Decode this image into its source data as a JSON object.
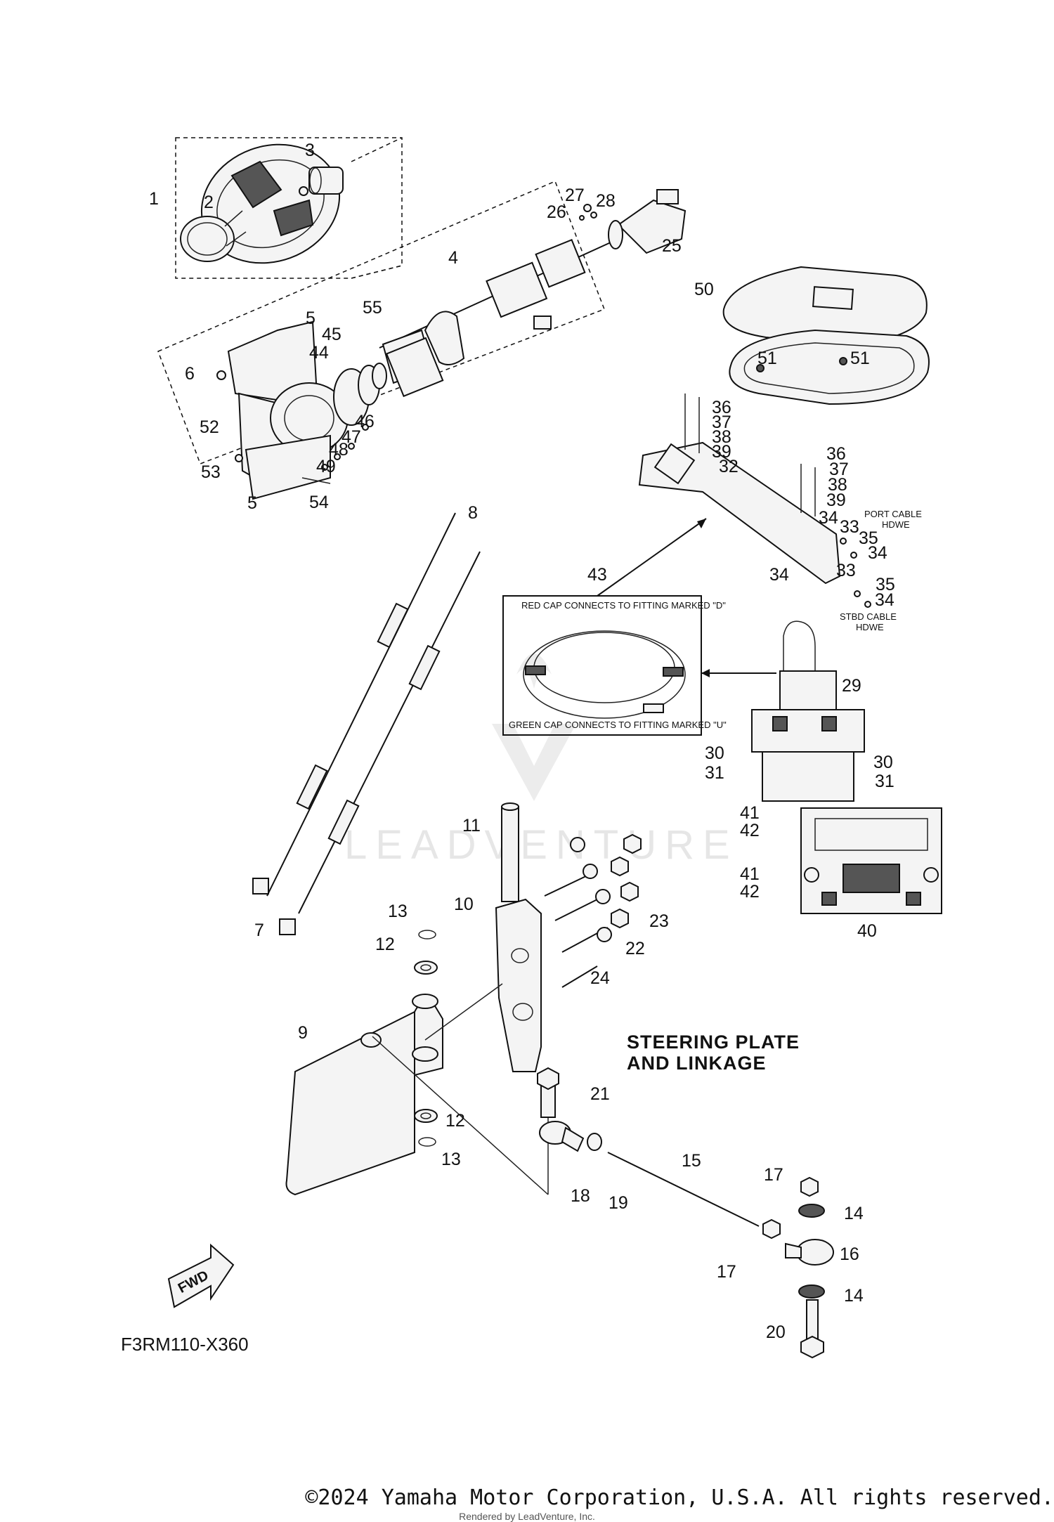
{
  "diagram": {
    "title_line1": "STEERING PLATE",
    "title_line2": "AND LINKAGE",
    "drawing_code": "F3RM110-X360",
    "fwd_label": "FWD",
    "watermark": "LEADVENTURE",
    "note_red_cap": "RED CAP CONNECTS TO FITTING MARKED \"D\"",
    "note_green_cap": "GREEN CAP CONNECTS TO FITTING MARKED \"U\"",
    "port_cable_line1": "PORT CABLE",
    "port_cable_line2": "HDWE",
    "stbd_cable_line1": "STBD CABLE",
    "stbd_cable_line2": "HDWE",
    "callouts": [
      {
        "id": "c1",
        "text": "1"
      },
      {
        "id": "c2",
        "text": "2"
      },
      {
        "id": "c3",
        "text": "3"
      },
      {
        "id": "c4",
        "text": "4"
      },
      {
        "id": "c5a",
        "text": "5"
      },
      {
        "id": "c5b",
        "text": "5"
      },
      {
        "id": "c6",
        "text": "6"
      },
      {
        "id": "c7",
        "text": "7"
      },
      {
        "id": "c8",
        "text": "8"
      },
      {
        "id": "c9",
        "text": "9"
      },
      {
        "id": "c10",
        "text": "10"
      },
      {
        "id": "c11",
        "text": "11"
      },
      {
        "id": "c12a",
        "text": "12"
      },
      {
        "id": "c12b",
        "text": "12"
      },
      {
        "id": "c13a",
        "text": "13"
      },
      {
        "id": "c13b",
        "text": "13"
      },
      {
        "id": "c14a",
        "text": "14"
      },
      {
        "id": "c14b",
        "text": "14"
      },
      {
        "id": "c15",
        "text": "15"
      },
      {
        "id": "c16",
        "text": "16"
      },
      {
        "id": "c17a",
        "text": "17"
      },
      {
        "id": "c17b",
        "text": "17"
      },
      {
        "id": "c18",
        "text": "18"
      },
      {
        "id": "c19",
        "text": "19"
      },
      {
        "id": "c20",
        "text": "20"
      },
      {
        "id": "c21",
        "text": "21"
      },
      {
        "id": "c22",
        "text": "22"
      },
      {
        "id": "c23",
        "text": "23"
      },
      {
        "id": "c24",
        "text": "24"
      },
      {
        "id": "c25",
        "text": "25"
      },
      {
        "id": "c26",
        "text": "26"
      },
      {
        "id": "c27",
        "text": "27"
      },
      {
        "id": "c28",
        "text": "28"
      },
      {
        "id": "c29",
        "text": "29"
      },
      {
        "id": "c30a",
        "text": "30"
      },
      {
        "id": "c30b",
        "text": "30"
      },
      {
        "id": "c31a",
        "text": "31"
      },
      {
        "id": "c31b",
        "text": "31"
      },
      {
        "id": "c32",
        "text": "32"
      },
      {
        "id": "c33a",
        "text": "33"
      },
      {
        "id": "c33b",
        "text": "33"
      },
      {
        "id": "c34a",
        "text": "34"
      },
      {
        "id": "c34b",
        "text": "34"
      },
      {
        "id": "c34c",
        "text": "34"
      },
      {
        "id": "c34d",
        "text": "34"
      },
      {
        "id": "c35a",
        "text": "35"
      },
      {
        "id": "c35b",
        "text": "35"
      },
      {
        "id": "c36a",
        "text": "36"
      },
      {
        "id": "c36b",
        "text": "36"
      },
      {
        "id": "c37a",
        "text": "37"
      },
      {
        "id": "c37b",
        "text": "37"
      },
      {
        "id": "c38a",
        "text": "38"
      },
      {
        "id": "c38b",
        "text": "38"
      },
      {
        "id": "c39a",
        "text": "39"
      },
      {
        "id": "c39b",
        "text": "39"
      },
      {
        "id": "c40",
        "text": "40"
      },
      {
        "id": "c41a",
        "text": "41"
      },
      {
        "id": "c41b",
        "text": "41"
      },
      {
        "id": "c42a",
        "text": "42"
      },
      {
        "id": "c42b",
        "text": "42"
      },
      {
        "id": "c43",
        "text": "43"
      },
      {
        "id": "c44",
        "text": "44"
      },
      {
        "id": "c45",
        "text": "45"
      },
      {
        "id": "c46",
        "text": "46"
      },
      {
        "id": "c47",
        "text": "47"
      },
      {
        "id": "c48",
        "text": "48"
      },
      {
        "id": "c49",
        "text": "49"
      },
      {
        "id": "c50",
        "text": "50"
      },
      {
        "id": "c51a",
        "text": "51"
      },
      {
        "id": "c51b",
        "text": "51"
      },
      {
        "id": "c52",
        "text": "52"
      },
      {
        "id": "c53",
        "text": "53"
      },
      {
        "id": "c54",
        "text": "54"
      },
      {
        "id": "c55",
        "text": "55"
      }
    ]
  },
  "footer": {
    "copyright": "©2024 Yamaha Motor Corporation, U.S.A. All rights reserved.",
    "rendered_by": "Rendered by LeadVenture, Inc."
  }
}
